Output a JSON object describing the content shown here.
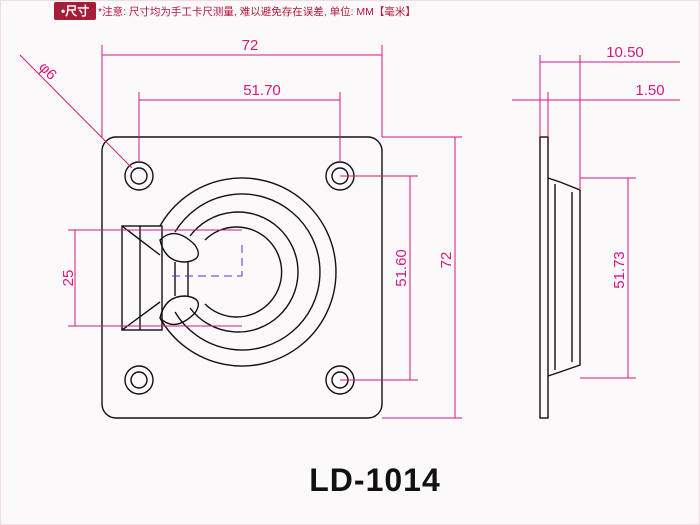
{
  "header": {
    "badge": "•尺寸",
    "note": "*注意: 尺寸均为手工卡尺测量, 难以避免存在误差, 单位: MM【毫米】"
  },
  "dimensions": {
    "width_top": "72",
    "hole_spacing_h": "51.70",
    "hole_diameter": "φ6",
    "ring_slot": "25",
    "hole_spacing_v": "51.60",
    "height_right": "72",
    "depth": "10.50",
    "plate_thickness": "1.50",
    "side_height": "51.73"
  },
  "model": "LD-1014",
  "colors": {
    "dim": "#d6177e",
    "line": "#111111",
    "center": "#5a2be0"
  }
}
